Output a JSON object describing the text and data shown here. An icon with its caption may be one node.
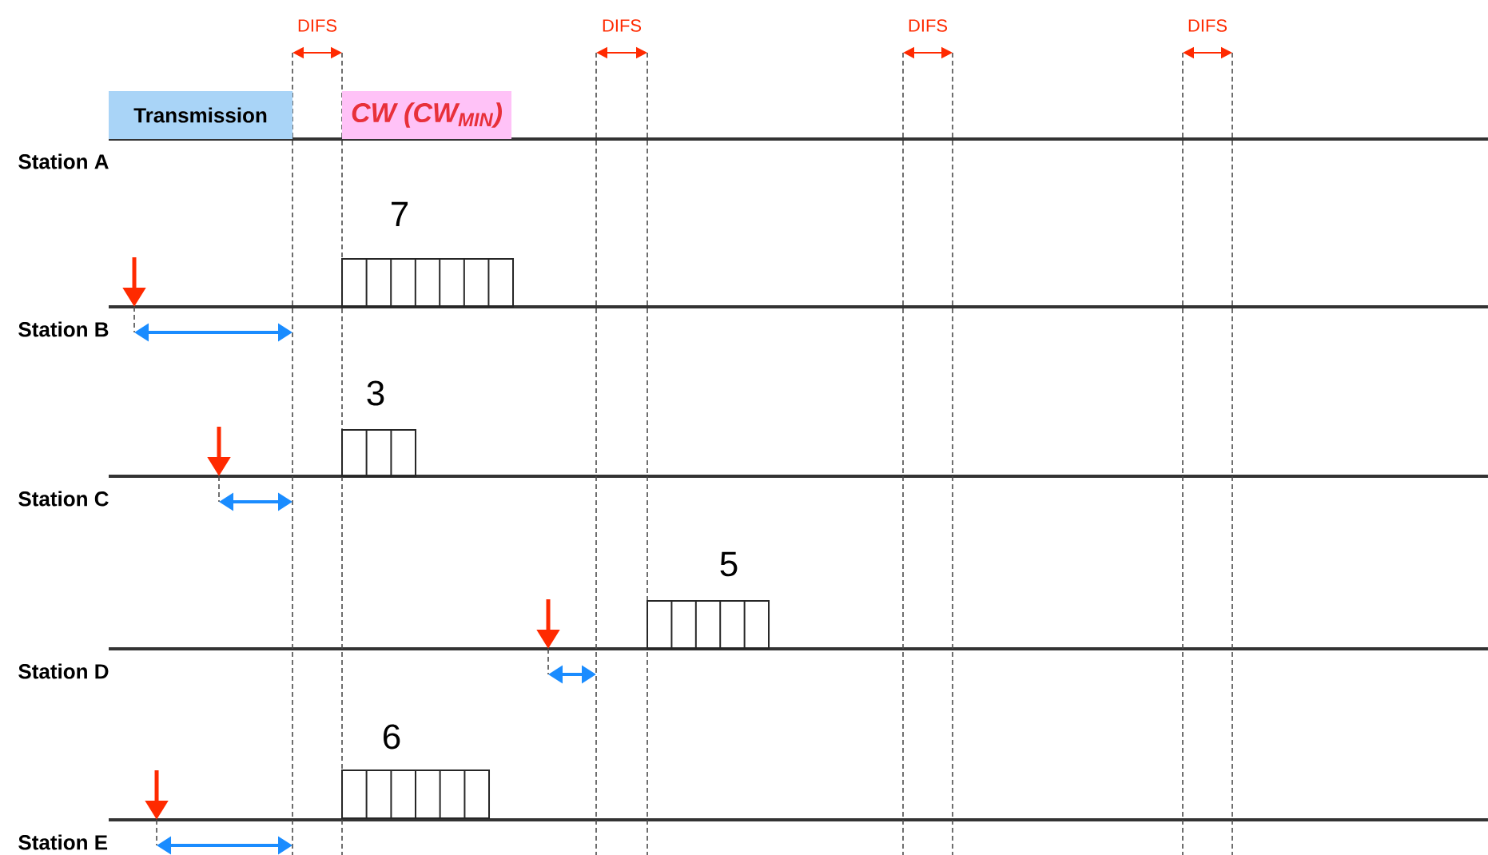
{
  "diagram": {
    "nodes": [
      {
        "text": [
          "Transmission"
        ]
      },
      {
        "text": [
          "CW (CW$_{MIN}$)"
        ]
      },
      {
        "text": [
          "7"
        ]
      },
      {
        "text": [
          "3"
        ]
      },
      {
        "text": [
          "5"
        ]
      },
      {
        "text": [
          "6"
        ]
      }
    ],
    "labels": [
      "DIFS",
      "DIFS",
      "DIFS",
      "DIFS",
      "Station A",
      "Station B",
      "Station C",
      "Station D",
      "Station E"
    ]
  }
}
